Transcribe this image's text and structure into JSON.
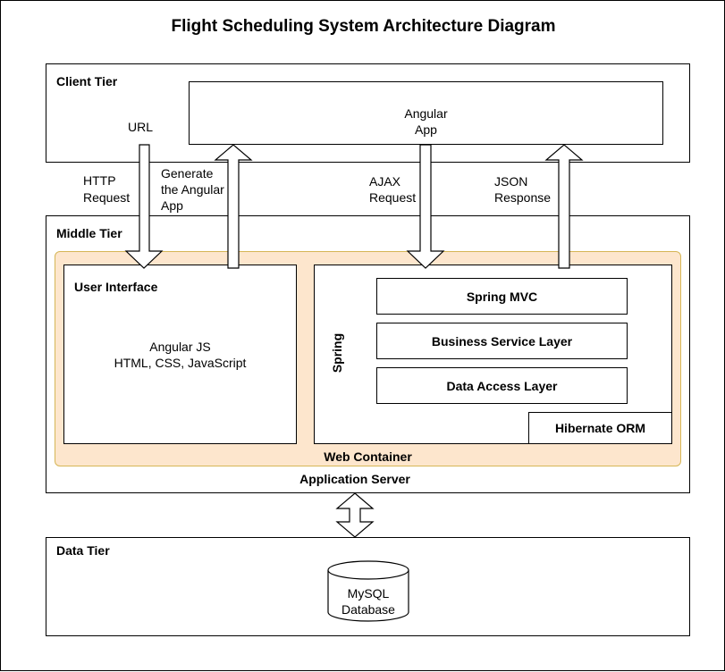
{
  "title": "Flight Scheduling System Architecture Diagram",
  "client_tier": {
    "label": "Client Tier",
    "app_line1": "Angular",
    "app_line2": "App",
    "url_label": "URL"
  },
  "flows": {
    "http_line1": "HTTP",
    "http_line2": "Request",
    "generate_line1": "Generate",
    "generate_line2": "the Angular",
    "generate_line3": "App",
    "ajax_line1": "AJAX",
    "ajax_line2": "Request",
    "json_line1": "JSON",
    "json_line2": "Response"
  },
  "middle_tier": {
    "label": "Middle Tier",
    "user_interface": {
      "label": "User Interface",
      "line1": "Angular JS",
      "line2": "HTML, CSS, JavaScript"
    },
    "spring": {
      "label": "Spring",
      "layers": [
        "Spring MVC",
        "Business Service Layer",
        "Data Access Layer"
      ],
      "orm": "Hibernate ORM"
    },
    "web_container": "Web Container",
    "app_server": "Application Server"
  },
  "data_tier": {
    "label": "Data Tier",
    "db_line1": "MySQL",
    "db_line2": "Database"
  },
  "colors": {
    "web_container_fill": "#fde6cd",
    "web_container_border": "#d6b656",
    "stroke": "#000000"
  }
}
